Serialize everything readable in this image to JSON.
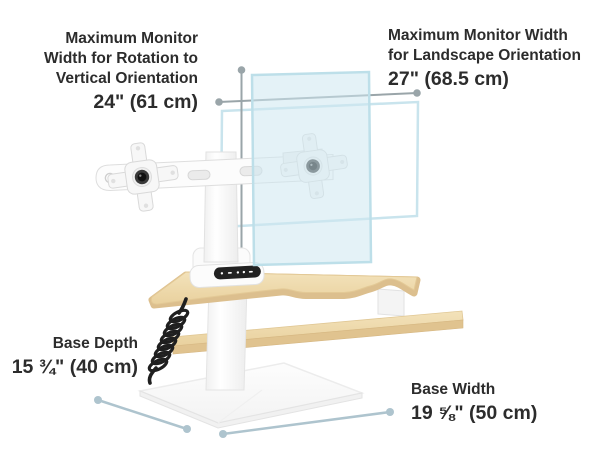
{
  "labels": {
    "rotation": {
      "line1": "Maximum Monitor",
      "line2": "Width for Rotation to",
      "line3": "Vertical Orientation",
      "value": "24\" (61 cm)"
    },
    "landscape": {
      "line1": "Maximum Monitor Width",
      "line2": "for Landscape Orientation",
      "value": "27\" (68.5 cm)"
    },
    "base_depth": {
      "title": "Base Depth",
      "value": "15 ¾\" (40 cm)"
    },
    "base_width": {
      "title": "Base Width",
      "value": "19 ⅝\" (50 cm)"
    }
  },
  "colors": {
    "text": "#2c2c2c",
    "dimension_line_gray": "#9aa5a9",
    "dimension_line_blue": "#aec4ce",
    "monitor_outline_stroke": "#c3e0ea",
    "monitor_fill": "rgba(206,231,240,0.55)",
    "wood_top": "#eed9ab",
    "wood_edge": "#dcbf8e",
    "frame_white": "#fbfbfb",
    "cable_black": "#1f1f1f"
  }
}
